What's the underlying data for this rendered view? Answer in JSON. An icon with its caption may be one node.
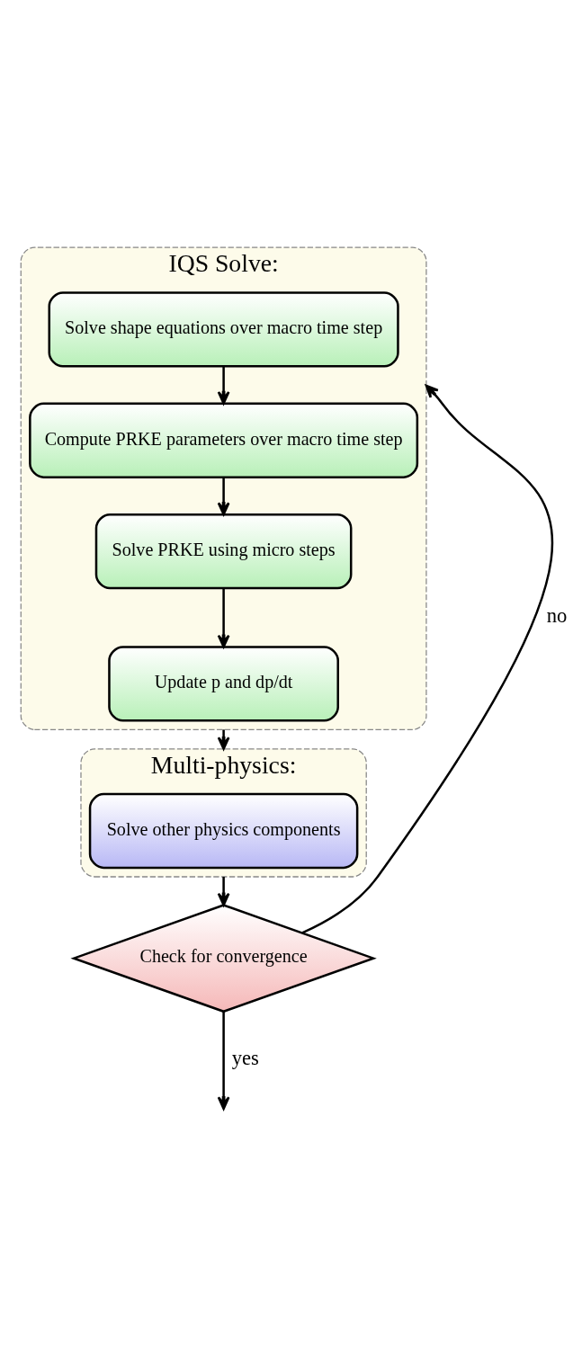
{
  "diagram": {
    "nodes": [
      {
        "text": [
          "IQS Solve:"
        ]
      },
      {
        "text": [
          "Solve shape equations over macro time step"
        ],
        "in": 0
      },
      {
        "text": [
          "Compute PRKE parameters over macro time step"
        ],
        "in": 0
      },
      {
        "text": [
          "Solve PRKE using micro steps"
        ],
        "in": 0
      },
      {
        "text": [
          "Update p and dp/dt"
        ],
        "in": 0
      },
      {
        "text": [
          "Multi-physics:"
        ]
      },
      {
        "text": [
          "Solve other physics components"
        ],
        "in": 5
      },
      {
        "text": [
          "Check for convergence"
        ]
      }
    ],
    "edges": [
      {
        "from": 1,
        "to": 2,
        "arrow": "to"
      },
      {
        "from": 2,
        "to": 3,
        "arrow": "to"
      },
      {
        "from": 3,
        "to": 4,
        "arrow": "to"
      },
      {
        "from": 0,
        "to": 5,
        "arrow": "to"
      },
      {
        "from": 5,
        "to": 7,
        "arrow": "to"
      },
      {
        "from": 7,
        "to": 0,
        "label": "no",
        "arrow": "to"
      },
      {
        "from": 7,
        "to": null,
        "label": "yes",
        "arrow": "to"
      }
    ]
  }
}
